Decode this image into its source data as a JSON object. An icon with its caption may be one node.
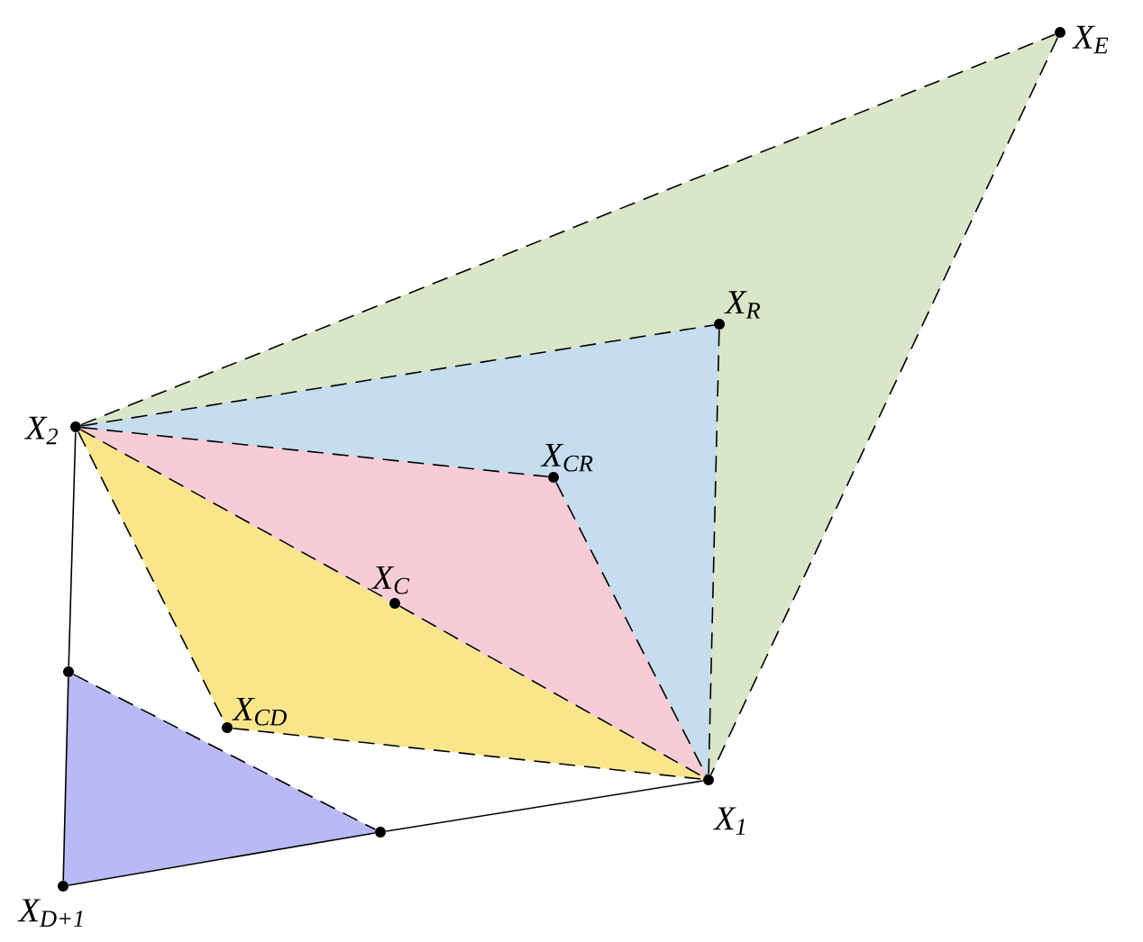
{
  "diagram": {
    "nodes": [
      {
        "text": [
          "X$_{E}$"
        ]
      },
      {
        "text": [
          "X$_{R}$"
        ]
      },
      {
        "text": [
          "X$_{2}$"
        ]
      },
      {
        "text": [
          "X$_{CR}$"
        ]
      },
      {
        "text": [
          "X$_{C}$"
        ]
      },
      {
        "text": [],
        "shape": "circle"
      },
      {
        "text": [
          "X$_{CD}$"
        ]
      },
      {
        "text": [
          "X$_{1}$"
        ]
      },
      {
        "text": [],
        "shape": "circle"
      },
      {
        "text": [
          "X$_{D+1}$"
        ]
      }
    ],
    "edges": [
      {
        "from": 2,
        "to": 0,
        "arrow": "none",
        "style": "dashed"
      },
      {
        "from": 0,
        "to": 7,
        "arrow": "none",
        "style": "dashed"
      },
      {
        "from": 2,
        "to": 1,
        "arrow": "none",
        "style": "dashed"
      },
      {
        "from": 1,
        "to": 7,
        "arrow": "none",
        "style": "dashed"
      },
      {
        "from": 2,
        "to": 3,
        "arrow": "none",
        "style": "dashed"
      },
      {
        "from": 3,
        "to": 7,
        "arrow": "none",
        "style": "dashed"
      },
      {
        "from": 2,
        "to": 4,
        "arrow": "none",
        "style": "dashed"
      },
      {
        "from": 4,
        "to": 7,
        "arrow": "none",
        "style": "dashed"
      },
      {
        "from": 2,
        "to": 6,
        "arrow": "none",
        "style": "dashed"
      },
      {
        "from": 6,
        "to": 7,
        "arrow": "none",
        "style": "dashed"
      },
      {
        "from": 5,
        "to": 8,
        "arrow": "none",
        "style": "dashed"
      },
      {
        "from": 2,
        "to": 5,
        "arrow": "none"
      },
      {
        "from": 5,
        "to": 9,
        "arrow": "none"
      },
      {
        "from": 9,
        "to": 8,
        "arrow": "none"
      },
      {
        "from": 8,
        "to": 7,
        "arrow": "none"
      }
    ]
  }
}
